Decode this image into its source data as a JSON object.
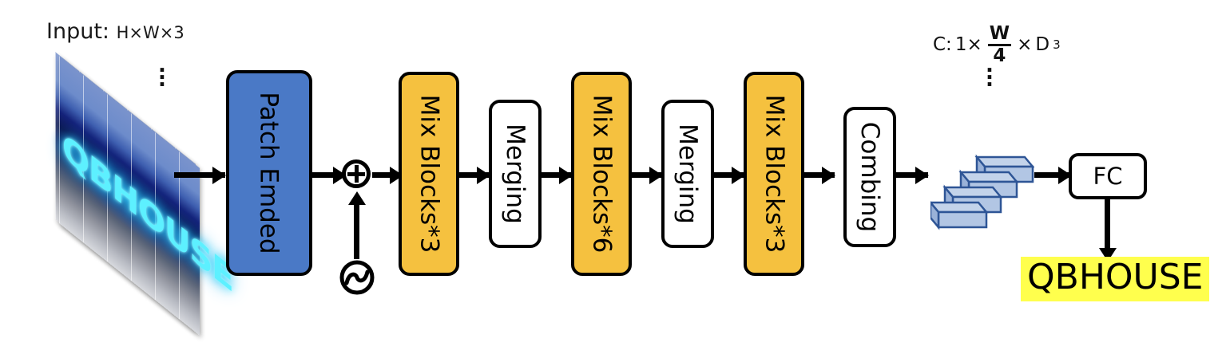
{
  "figure": {
    "type": "neural-network-architecture-diagram",
    "background_color": "#ffffff",
    "input": {
      "label_main": "Input:",
      "label_dims": "H×W×3",
      "image_text": "QBHOUSE",
      "stack_ellipsis": "⋮",
      "image_text_color": "#5df0ff",
      "image_bg_color": "#14227a"
    },
    "output_shape": {
      "prefix": "C:",
      "first_dim": "1×",
      "fraction_numerator": "W",
      "fraction_denominator": "4",
      "times": "×",
      "last_dim": "D",
      "last_dim_sub": "3",
      "ellipsis": "⋮"
    },
    "blocks": [
      {
        "id": "patch-embed",
        "lines": [
          "Patch",
          "Emded"
        ],
        "text": "Patch Emded",
        "fill": "#4a79c6",
        "style": "blue"
      },
      {
        "id": "mix-blocks-1",
        "text": "Mix Blocks*3",
        "fill": "#f5c13f",
        "style": "amber"
      },
      {
        "id": "merging-1",
        "text": "Merging",
        "fill": "#ffffff",
        "style": "white"
      },
      {
        "id": "mix-blocks-2",
        "text": "Mix Blocks*6",
        "fill": "#f5c13f",
        "style": "amber"
      },
      {
        "id": "merging-2",
        "text": "Merging",
        "fill": "#ffffff",
        "style": "white"
      },
      {
        "id": "mix-blocks-3",
        "text": "Mix Blocks*3",
        "fill": "#f5c13f",
        "style": "amber"
      },
      {
        "id": "combing",
        "text": "Combing",
        "fill": "#ffffff",
        "style": "white"
      },
      {
        "id": "fc",
        "text": "FC",
        "fill": "#ffffff",
        "style": "white"
      }
    ],
    "operators": {
      "add": "⊕",
      "positional_encoding": "sine-wave-circle"
    },
    "feature_bars": {
      "count": 4,
      "fill": "#aec3e3",
      "stroke": "#2e5596"
    },
    "prediction": {
      "text": "QBHOUSE",
      "highlight_color": "#ffff4d",
      "text_color": "#000000"
    }
  }
}
